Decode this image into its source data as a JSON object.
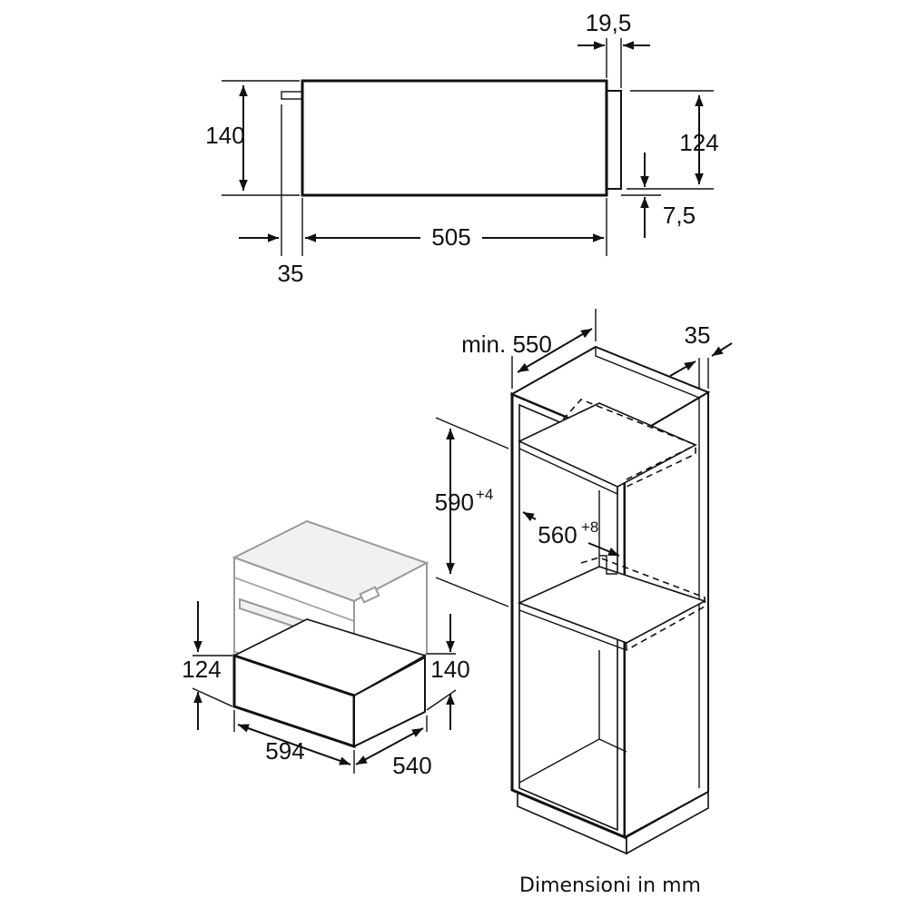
{
  "side_view": {
    "height_total": "140",
    "front_offset": "19,5",
    "inner_height": "124",
    "bottom_offset": "7,5",
    "depth": "505",
    "front_thickness": "35"
  },
  "niche": {
    "min_depth_label": "min. 550",
    "side_offset": "35",
    "niche_height": "590",
    "niche_height_tol": "+4",
    "niche_width": "560",
    "niche_width_tol": "+8"
  },
  "drawer": {
    "front_height": "124",
    "body_height": "140",
    "width": "594",
    "depth": "540"
  },
  "caption": "Dimensioni in mm"
}
